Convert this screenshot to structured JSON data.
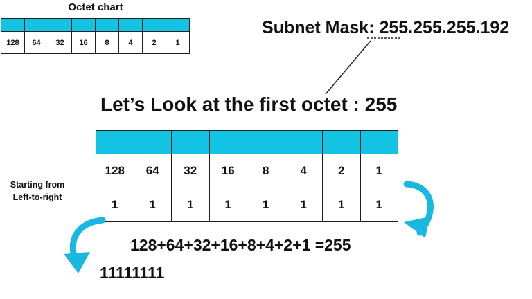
{
  "octet_chart": {
    "title": "Octet chart",
    "values": [
      "128",
      "64",
      "32",
      "16",
      "8",
      "4",
      "2",
      "1"
    ]
  },
  "subnet": {
    "label": "Subnet Mask: ",
    "value": "255.255.255.192"
  },
  "heading": "Let’s Look at the first octet : 255",
  "table": {
    "place_values": [
      "128",
      "64",
      "32",
      "16",
      "8",
      "4",
      "2",
      "1"
    ],
    "bits": [
      "1",
      "1",
      "1",
      "1",
      "1",
      "1",
      "1",
      "1"
    ]
  },
  "side_note": {
    "line1": "Starting  from",
    "line2": "Left-to-right"
  },
  "sum": "128+64+32+16+8+4+2+1 =255",
  "binary": "11111111",
  "colors": {
    "header_fill": "#13c3e3",
    "arrow": "#19b8e0",
    "text": "#111111"
  }
}
